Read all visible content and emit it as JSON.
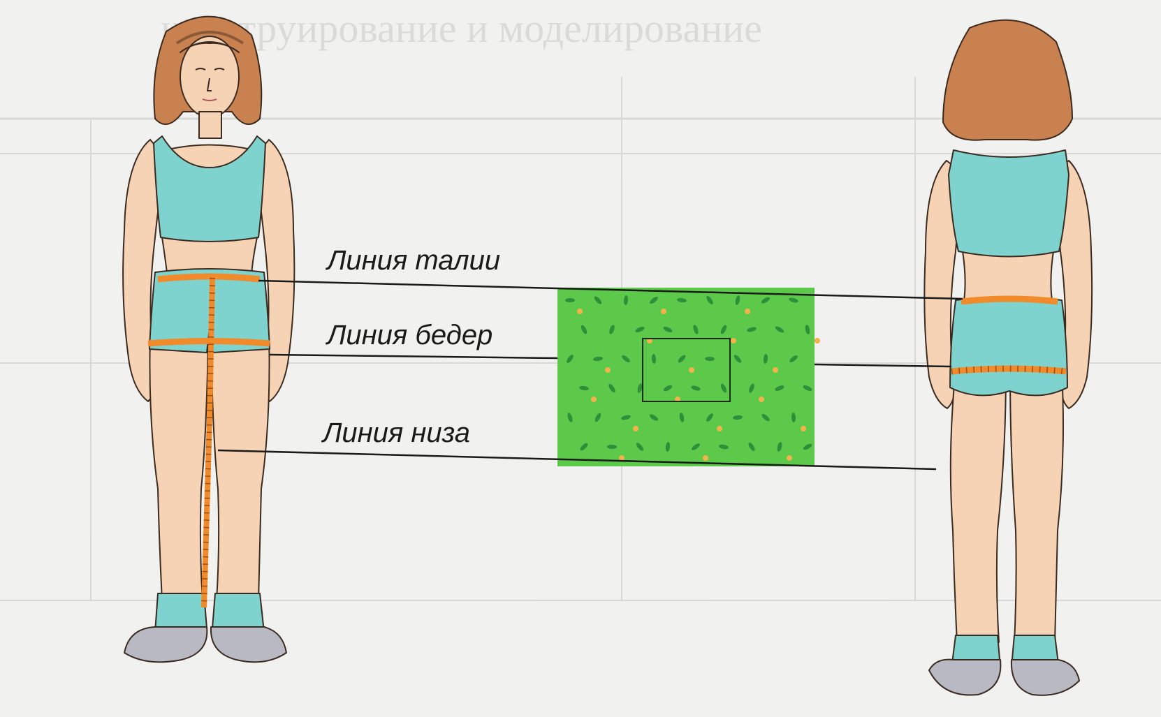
{
  "labels": {
    "waist": "Линия талии",
    "hip": "Линия бедер",
    "hem": "Линия низа"
  },
  "colors": {
    "skin": "#f6d3b4",
    "hair": "#c9814f",
    "clothing": "#7fd3cf",
    "tape": "#f08a2a",
    "fabric": "#5cc94a",
    "fabric_leaf": "#2e8f3a",
    "fabric_dot": "#f3b24a",
    "sandal": "#b9b9c3"
  },
  "background_text": {
    "title": "конструирование и моделирование"
  }
}
